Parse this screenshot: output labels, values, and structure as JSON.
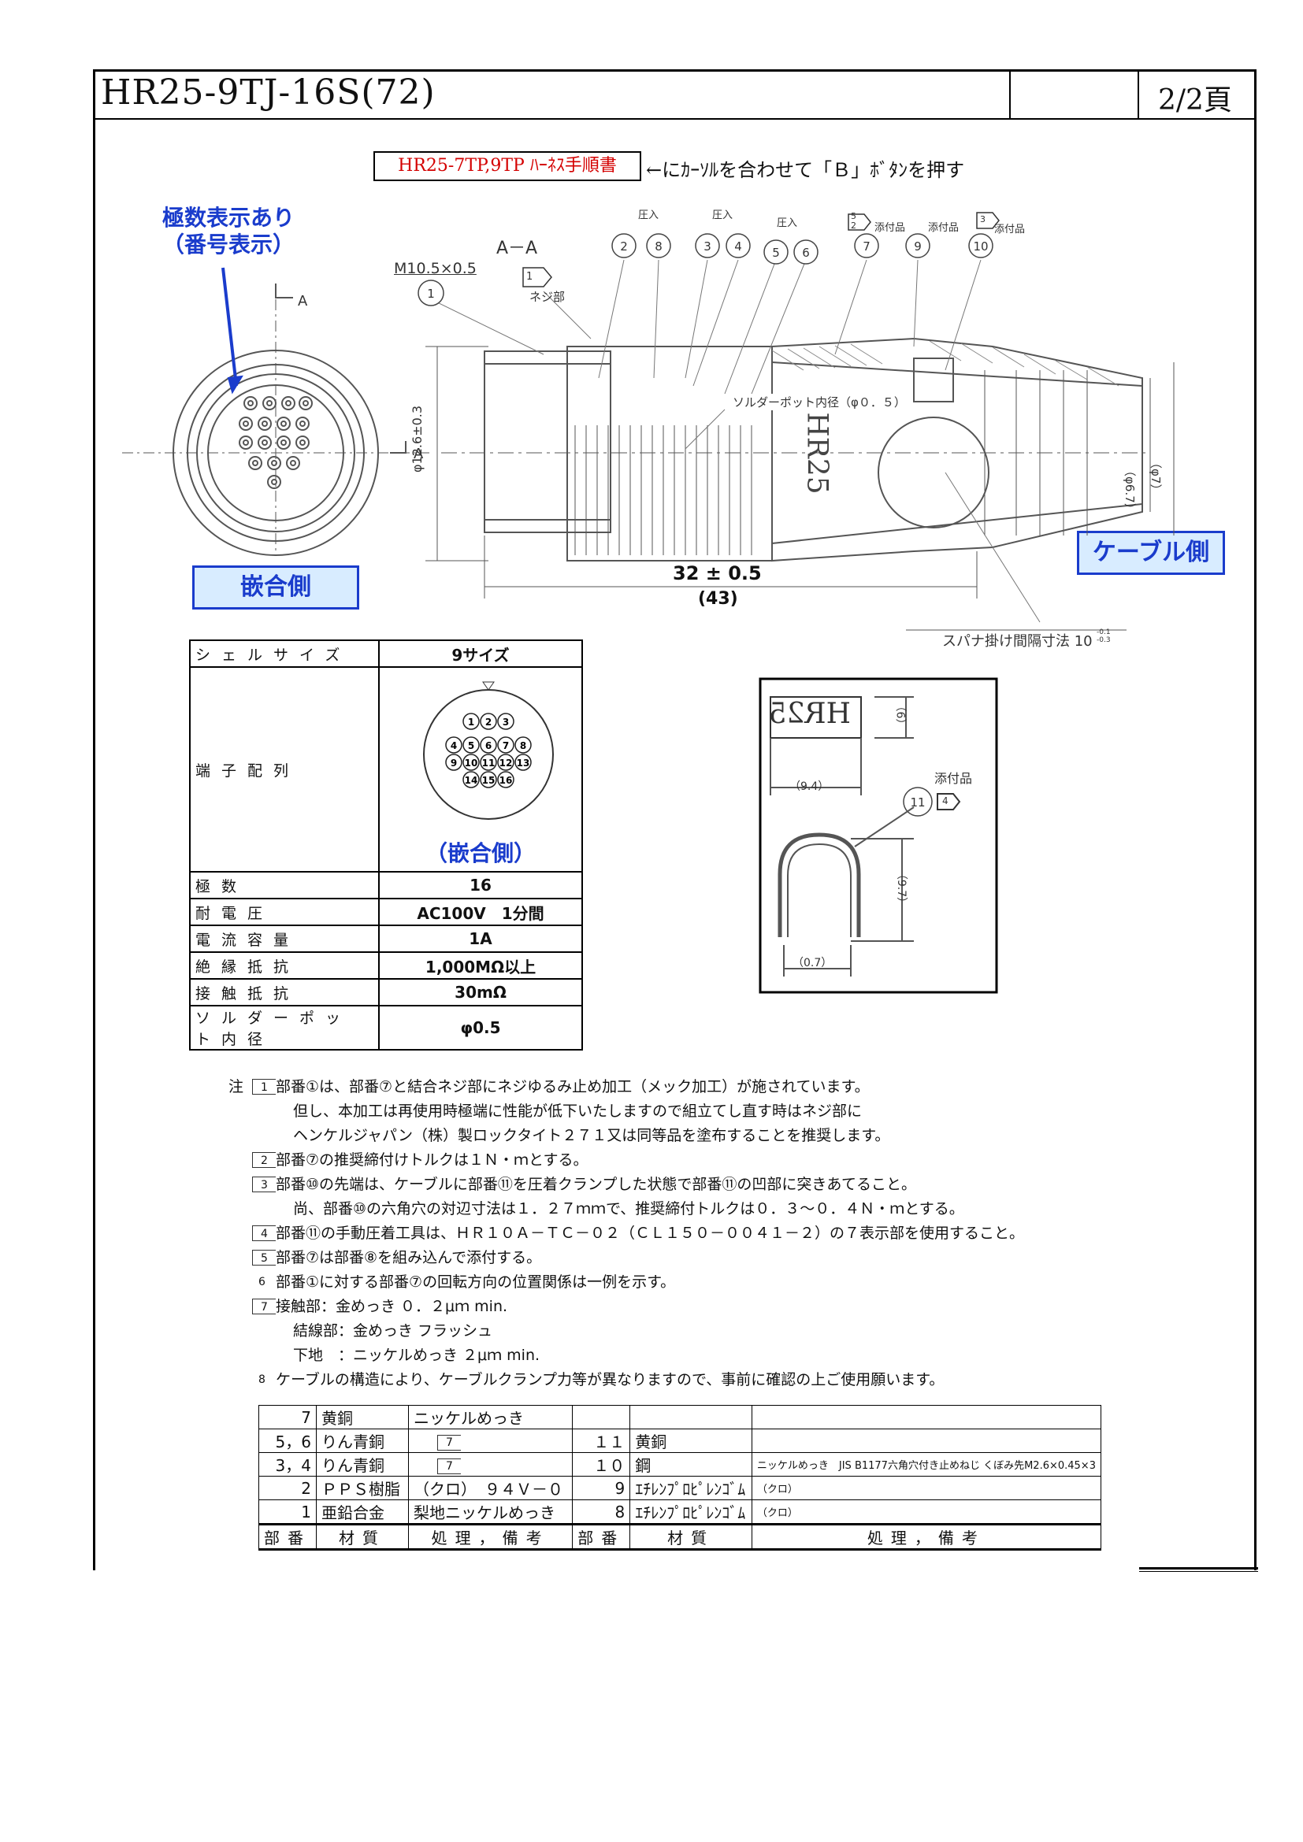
{
  "header": {
    "title": "HR25-9TJ-16S(72)",
    "page": "2/2頁"
  },
  "link": {
    "label": "HR25-7TP,9TP ﾊｰﾈｽ手順書",
    "hint": "←にｶｰｿﾙを合わせて「Ｂ」ﾎﾞﾀﾝを押す"
  },
  "drawing": {
    "pole_note_line1": "極数表示あり",
    "pole_note_line2": "（番号表示）",
    "mating_side": "嵌合側",
    "cable_side": "ケーブル側",
    "section_label": "A－A",
    "section_mark": "A",
    "thread": "M10.5×0.5",
    "thread_part": "ネジ部",
    "press_fit": "圧入",
    "accessory": "添付品",
    "solder_pot": "ソルダーポット内径（φ０．５）",
    "dim_length": "32 ± 0.5",
    "dim_overall": "(43)",
    "dim_diameter": "φ12.6±0.3",
    "dim_d1": "（φ6.7）",
    "dim_d2": "（φ7）",
    "spanner": "スパナ掛け間隔寸法 10",
    "spanner_tol": "-0.1 -0.3",
    "clamp_brand": "HR25",
    "clamp_dim_w": "（9.4）",
    "clamp_dim_h": "（6）",
    "clamp_dim_h2": "（9.7）",
    "clamp_dim_t": "（0.7）",
    "balloons": [
      "1",
      "2",
      "8",
      "3",
      "4",
      "5",
      "6",
      "7",
      "9",
      "10",
      "11"
    ],
    "note_marks": [
      "1",
      "5",
      "2",
      "3",
      "4"
    ]
  },
  "spec": {
    "rows": [
      {
        "label": "シェルサイズ",
        "value": "9サイズ"
      },
      {
        "label": "端子配列",
        "value": ""
      },
      {
        "label": "極数",
        "value": "16"
      },
      {
        "label": "耐電圧",
        "value": "AC100V　1分間"
      },
      {
        "label": "電流容量",
        "value": "1A"
      },
      {
        "label": "絶縁抵抗",
        "value": "1,000MΩ以上"
      },
      {
        "label": "接触抵抗",
        "value": "30mΩ"
      },
      {
        "label": "ソルダーポット内径",
        "value": "φ0.5"
      }
    ],
    "layout_caption": "（嵌合側）",
    "pins": [
      "1",
      "2",
      "3",
      "4",
      "5",
      "6",
      "7",
      "8",
      "9",
      "10",
      "11",
      "12",
      "13",
      "14",
      "15",
      "16"
    ]
  },
  "notes": {
    "prefix": "注",
    "items": [
      {
        "mark": "1",
        "text": "部番①は、部番⑦と結合ネジ部にネジゆるみ止め加工（メック加工）が施されています。"
      },
      {
        "mark": "",
        "text": "但し、本加工は再使用時極端に性能が低下いたしますので組立てし直す時はネジ部に"
      },
      {
        "mark": "",
        "text": "ヘンケルジャパン（株）製ロックタイト２７１又は同等品を塗布することを推奨します。"
      },
      {
        "mark": "2",
        "text": "部番⑦の推奨締付けトルクは１Ｎ・ｍとする。"
      },
      {
        "mark": "3",
        "text": "部番⑩の先端は、ケーブルに部番⑪を圧着クランプした状態で部番⑪の凹部に突きあてること。"
      },
      {
        "mark": "",
        "text": "尚、部番⑩の六角穴の対辺寸法は１．２７ｍｍで、推奨締付トルクは０．３～０．４Ｎ・ｍとする。"
      },
      {
        "mark": "4",
        "text": "部番⑪の手動圧着工具は、ＨＲ１０Ａ－ＴＣ－０２（ＣＬ１５０－００４１－２）の７表示部を使用すること。"
      },
      {
        "mark": "5",
        "text": "部番⑦は部番⑧を組み込んで添付する。"
      },
      {
        "mark": "6",
        "text": "部番①に対する部番⑦の回転方向の位置関係は一例を示す。"
      },
      {
        "mark": "7",
        "text": "接触部：金めっき ０．２μｍ min."
      },
      {
        "mark": "",
        "text": "結線部：金めっき フラッシュ"
      },
      {
        "mark": "",
        "text": "下地　：ニッケルめっき ２μｍ min."
      },
      {
        "mark": "8",
        "text": "ケーブルの構造により、ケーブルクランプ力等が異なりますので、事前に確認の上ご使用願います。"
      }
    ]
  },
  "parts": {
    "rows": [
      [
        "7",
        "黄銅",
        "ニッケルめっき",
        "",
        "",
        ""
      ],
      [
        "5，6",
        "りん青銅",
        "7",
        "１１",
        "黄銅",
        ""
      ],
      [
        "3，4",
        "りん青銅",
        "7",
        "１０",
        "鋼",
        "ニッケルめっき　JIS B1177六角穴付き止めねじ くぼみ先M2.6×0.45×3"
      ],
      [
        "2",
        "ＰＰＳ樹脂",
        "（クロ）　９４Ｖ－０",
        "9",
        "ｴﾁﾚﾝﾌﾟﾛﾋﾟﾚﾝｺﾞﾑ",
        "（クロ）"
      ],
      [
        "1",
        "亜鉛合金",
        "梨地ニッケルめっき",
        "8",
        "ｴﾁﾚﾝﾌﾟﾛﾋﾟﾚﾝｺﾞﾑ",
        "（クロ）"
      ]
    ],
    "header": [
      "部番",
      "材質",
      "処理，備考",
      "部番",
      "材質",
      "処理，備考"
    ]
  },
  "colors": {
    "link_red": "#d40000",
    "label_blue": "#1a3ccc",
    "label_fill": "#d8ecff"
  }
}
